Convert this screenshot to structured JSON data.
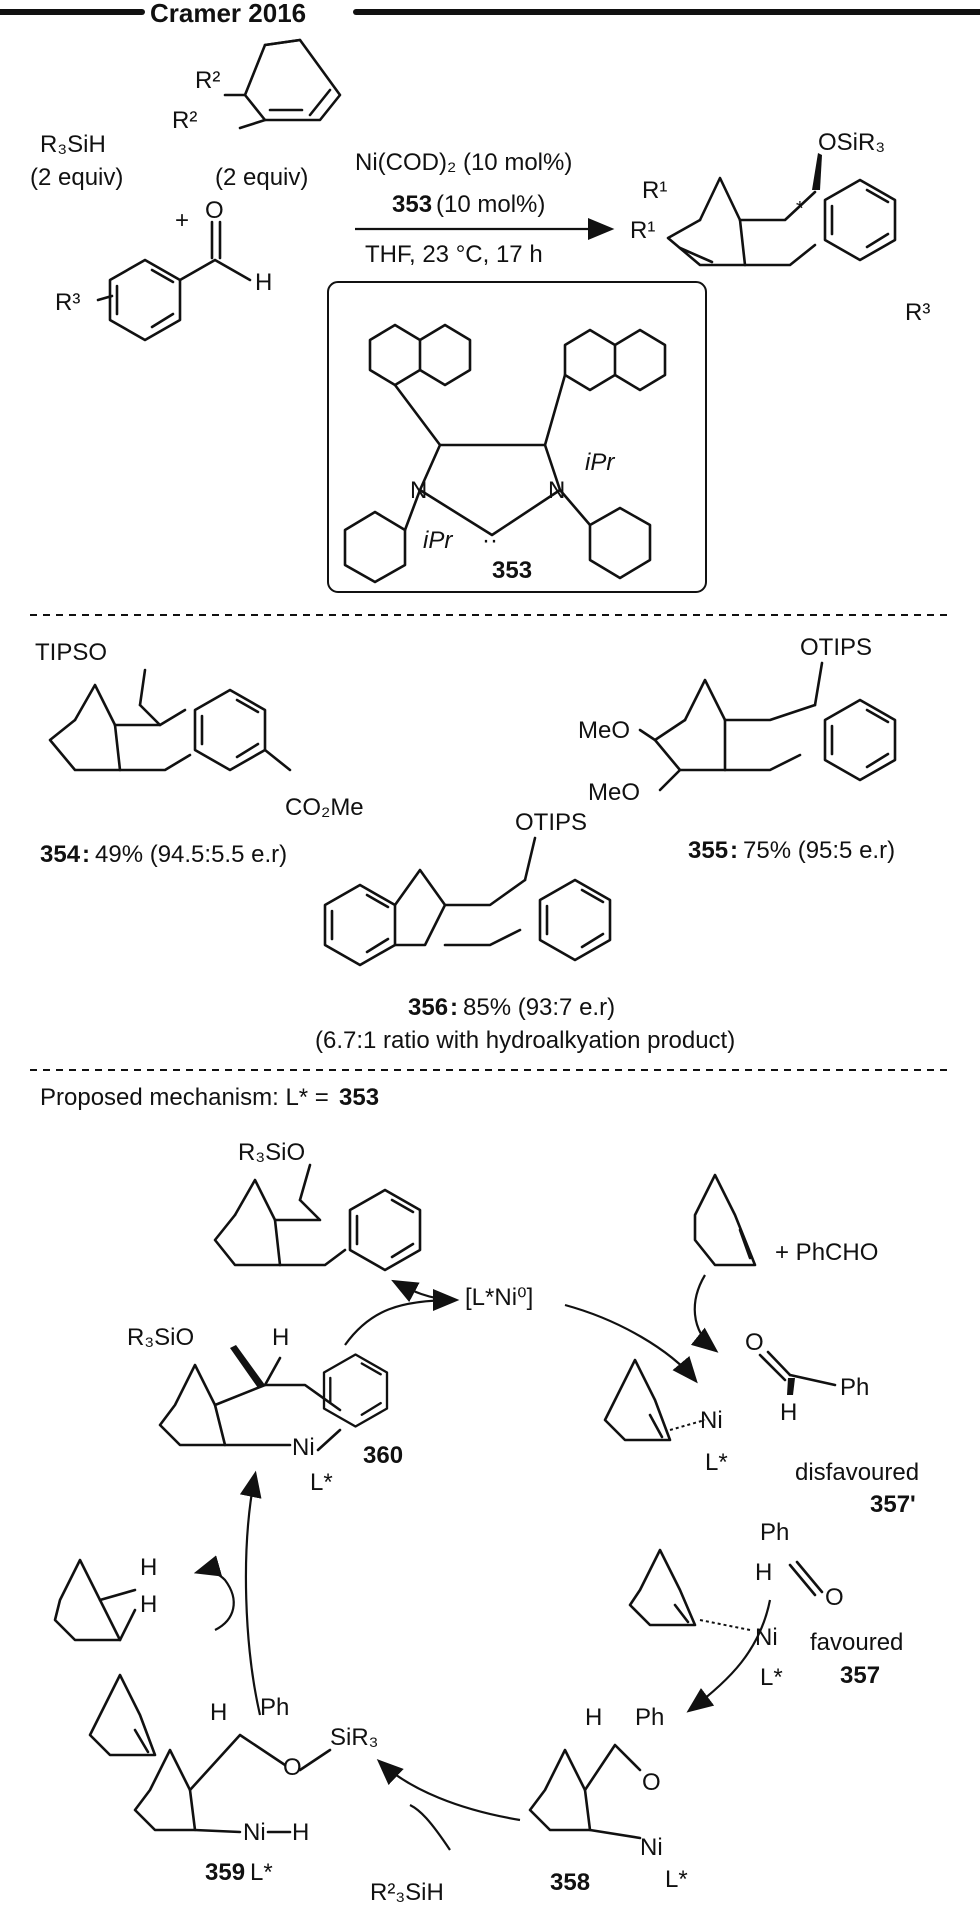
{
  "header": {
    "title": "Cramer 2016"
  },
  "reaction": {
    "reagent1": "R₃SiH",
    "reagent1_equiv": "(2 equiv)",
    "alkene_label": "R²",
    "alkene_equiv": "(2 equiv)",
    "plus": "+",
    "aldehyde_sub": "R³",
    "aldehyde_o": "O",
    "aldehyde_h": "H",
    "cond1": "Ni(COD)₂ (10 mol%)",
    "cond2_bold": "353",
    "cond2_rest": " (10 mol%)",
    "cond3": "THF, 23 °C, 17 h",
    "product_osi": "OSiR₃",
    "product_r1": "R¹",
    "product_r3": "R³",
    "star": "*"
  },
  "ligand": {
    "n1": "N",
    "n2": "N",
    "ipr1": "iPr",
    "ipr2": "iPr",
    "carbene": "··",
    "label": "353"
  },
  "examples": [
    {
      "id": "354",
      "otext": "TIPSO",
      "yield": "49% (94.5:5.5 e.r)",
      "extra": "CO₂Me"
    },
    {
      "id": "355",
      "otext": "OTIPS",
      "yield": "75% (95:5 e.r)",
      "extra": "MeO"
    },
    {
      "id": "356",
      "otext": "OTIPS",
      "yield": "85% (93:7 e.r)",
      "note": "(6.7:1 ratio with hydroalkyation product)"
    }
  ],
  "mechanism": {
    "heading": "Proposed mechanism:  L* = ",
    "heading_bold": "353",
    "ni0": "[L*Ni⁰]",
    "product_label": "R₃SiO",
    "plus_phcho": "+ PhCHO",
    "c357p_label": "disfavoured",
    "c357p_id": "357'",
    "c357_label": "favoured",
    "c357_id": "357",
    "c358_id": "358",
    "c359_id": "359",
    "c360_id": "360",
    "ni": "Ni",
    "lstar": "L*",
    "ph": "Ph",
    "o": "O",
    "h": "H",
    "sir3": "SiR₃",
    "silane": "R²₃SiH",
    "r3sio": "R₃SiO"
  }
}
